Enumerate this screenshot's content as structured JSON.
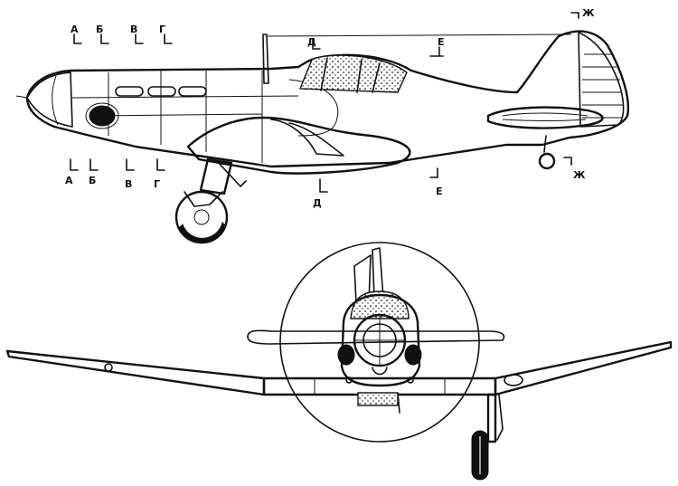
{
  "section_marks": {
    "a": "А",
    "b": "Б",
    "v": "В",
    "g": "Г",
    "d": "Д",
    "e": "Е",
    "zh": "Ж"
  }
}
